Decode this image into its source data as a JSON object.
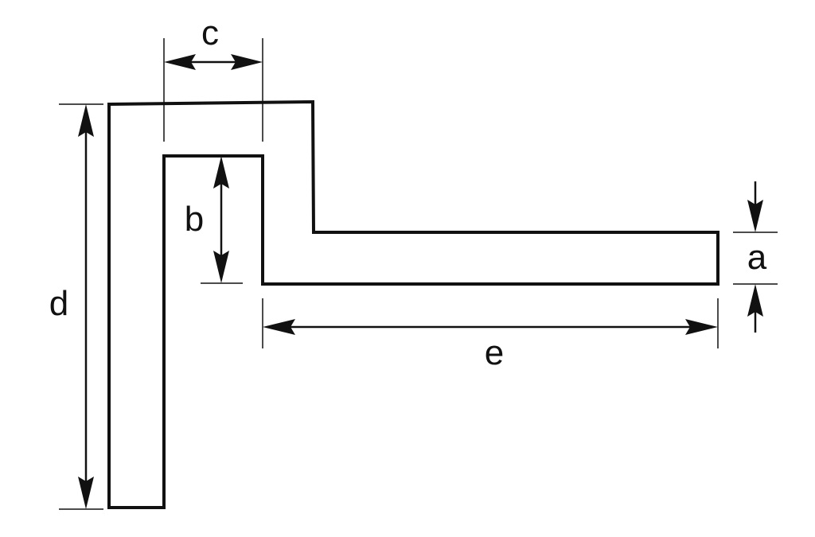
{
  "labels": {
    "a": "a",
    "b": "b",
    "c": "c",
    "d": "d",
    "e": "e"
  },
  "colors": {
    "line": "#111111",
    "background": "#ffffff"
  }
}
